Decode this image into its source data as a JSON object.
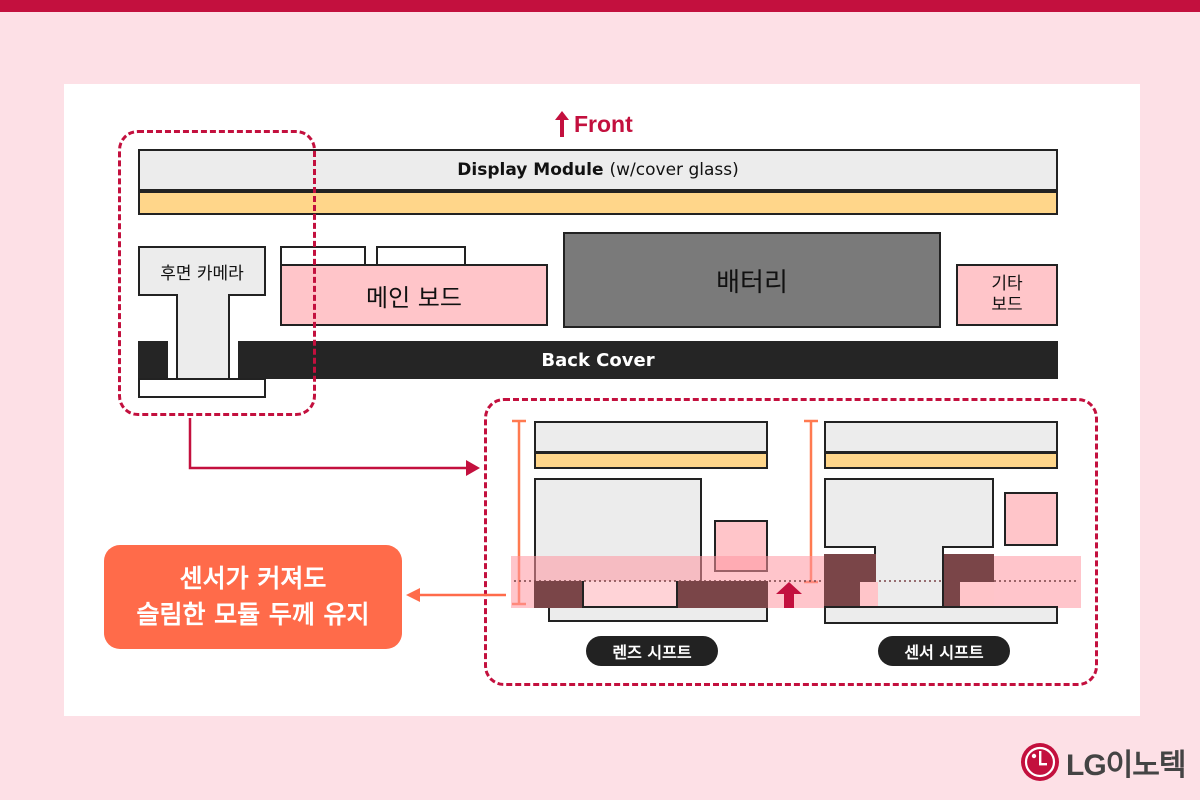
{
  "labels": {
    "front": "Front",
    "display_bold": "Display Module",
    "display_rest": "(w/cover glass)",
    "rear_camera": "후면 카메라",
    "main_board": "메인 보드",
    "battery": "배터리",
    "other_board": "기타\n보드",
    "back_cover": "Back Cover",
    "callout_line1": "센서가 커져도",
    "callout_line2": "슬림한 모듈 두께 유지",
    "lens_shift": "렌즈 시프트",
    "sensor_shift": "센서 시프트"
  },
  "logo": {
    "text": "LG이노텍"
  },
  "colors": {
    "accent": "#c3103e",
    "background": "#fde0e6",
    "callout": "#ff6b4a",
    "yellow_layer": "#ffd68a",
    "pink_part": "#ffc5c9",
    "wine_part": "#7a4548",
    "gray_part": "#ececec"
  },
  "icons": {
    "front_arrow": "up-arrow-icon",
    "shift_arrow": "up-arrow-icon",
    "logo_mark": "lg-logo-icon"
  }
}
